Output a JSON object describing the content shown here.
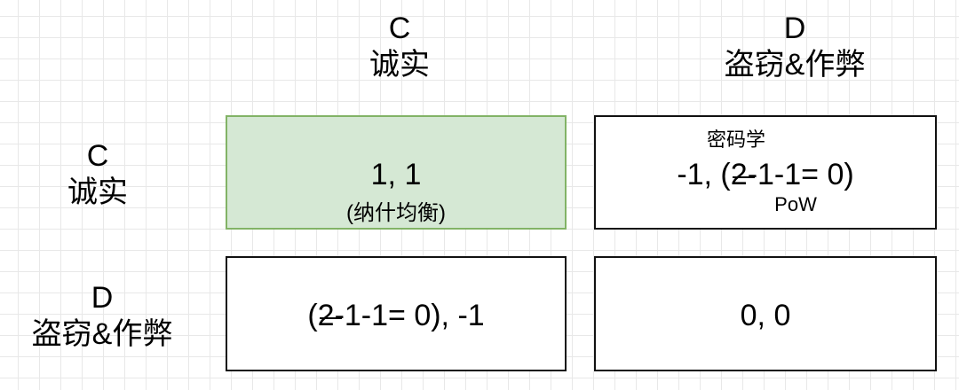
{
  "columns": [
    {
      "code": "C",
      "name": "诚实"
    },
    {
      "code": "D",
      "name": "盗窃&作弊"
    }
  ],
  "rows": [
    {
      "code": "C",
      "name": "诚实"
    },
    {
      "code": "D",
      "name": "盗窃&作弊"
    }
  ],
  "cells": {
    "cc": {
      "payoff": "1, 1",
      "note": "(纳什均衡)",
      "fill": "#d5e8d4",
      "border": "#82b366"
    },
    "cd": {
      "prefix": "-1, (",
      "struck": "2",
      "rest": "-1-1= 0)",
      "top_note": "密码学",
      "bottom_note": "PoW"
    },
    "dc": {
      "prefix": "(",
      "struck": "2",
      "rest": "-1-1= 0), -1"
    },
    "dd": {
      "payoff": "0, 0"
    }
  }
}
